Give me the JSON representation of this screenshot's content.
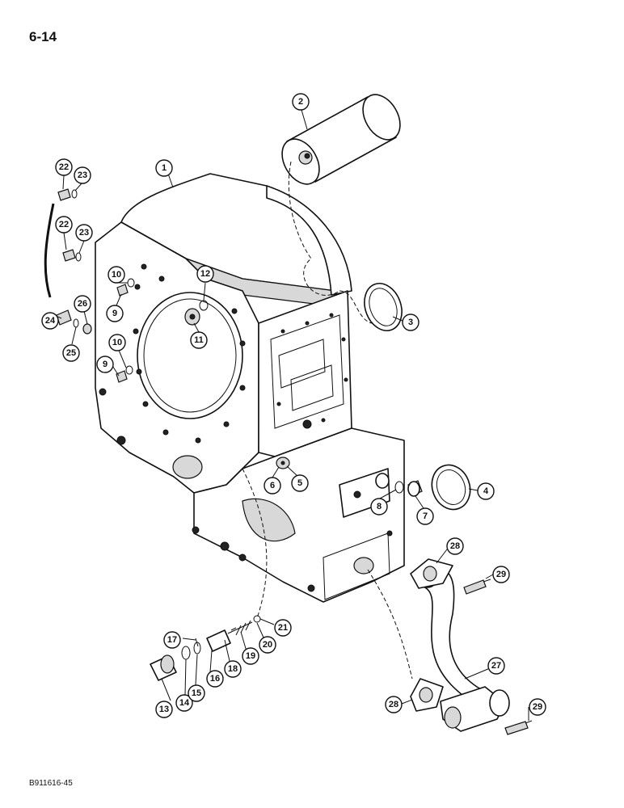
{
  "page_number": "6-14",
  "figure_code": "B911616-45",
  "callouts": [
    {
      "id": "1",
      "label": "1"
    },
    {
      "id": "2",
      "label": "2"
    },
    {
      "id": "3",
      "label": "3"
    },
    {
      "id": "4",
      "label": "4"
    },
    {
      "id": "5",
      "label": "5"
    },
    {
      "id": "6",
      "label": "6"
    },
    {
      "id": "7",
      "label": "7"
    },
    {
      "id": "8",
      "label": "8"
    },
    {
      "id": "9a",
      "label": "9"
    },
    {
      "id": "9b",
      "label": "9"
    },
    {
      "id": "10a",
      "label": "10"
    },
    {
      "id": "10b",
      "label": "10"
    },
    {
      "id": "11",
      "label": "11"
    },
    {
      "id": "12",
      "label": "12"
    },
    {
      "id": "13",
      "label": "13"
    },
    {
      "id": "14",
      "label": "14"
    },
    {
      "id": "15",
      "label": "15"
    },
    {
      "id": "16",
      "label": "16"
    },
    {
      "id": "17",
      "label": "17"
    },
    {
      "id": "18",
      "label": "18"
    },
    {
      "id": "19",
      "label": "19"
    },
    {
      "id": "20",
      "label": "20"
    },
    {
      "id": "21",
      "label": "21"
    },
    {
      "id": "22a",
      "label": "22"
    },
    {
      "id": "22b",
      "label": "22"
    },
    {
      "id": "23a",
      "label": "23"
    },
    {
      "id": "23b",
      "label": "23"
    },
    {
      "id": "24",
      "label": "24"
    },
    {
      "id": "25",
      "label": "25"
    },
    {
      "id": "26",
      "label": "26"
    },
    {
      "id": "27",
      "label": "27"
    },
    {
      "id": "28a",
      "label": "28"
    },
    {
      "id": "28b",
      "label": "28"
    },
    {
      "id": "29a",
      "label": "29"
    },
    {
      "id": "29b",
      "label": "29"
    }
  ]
}
